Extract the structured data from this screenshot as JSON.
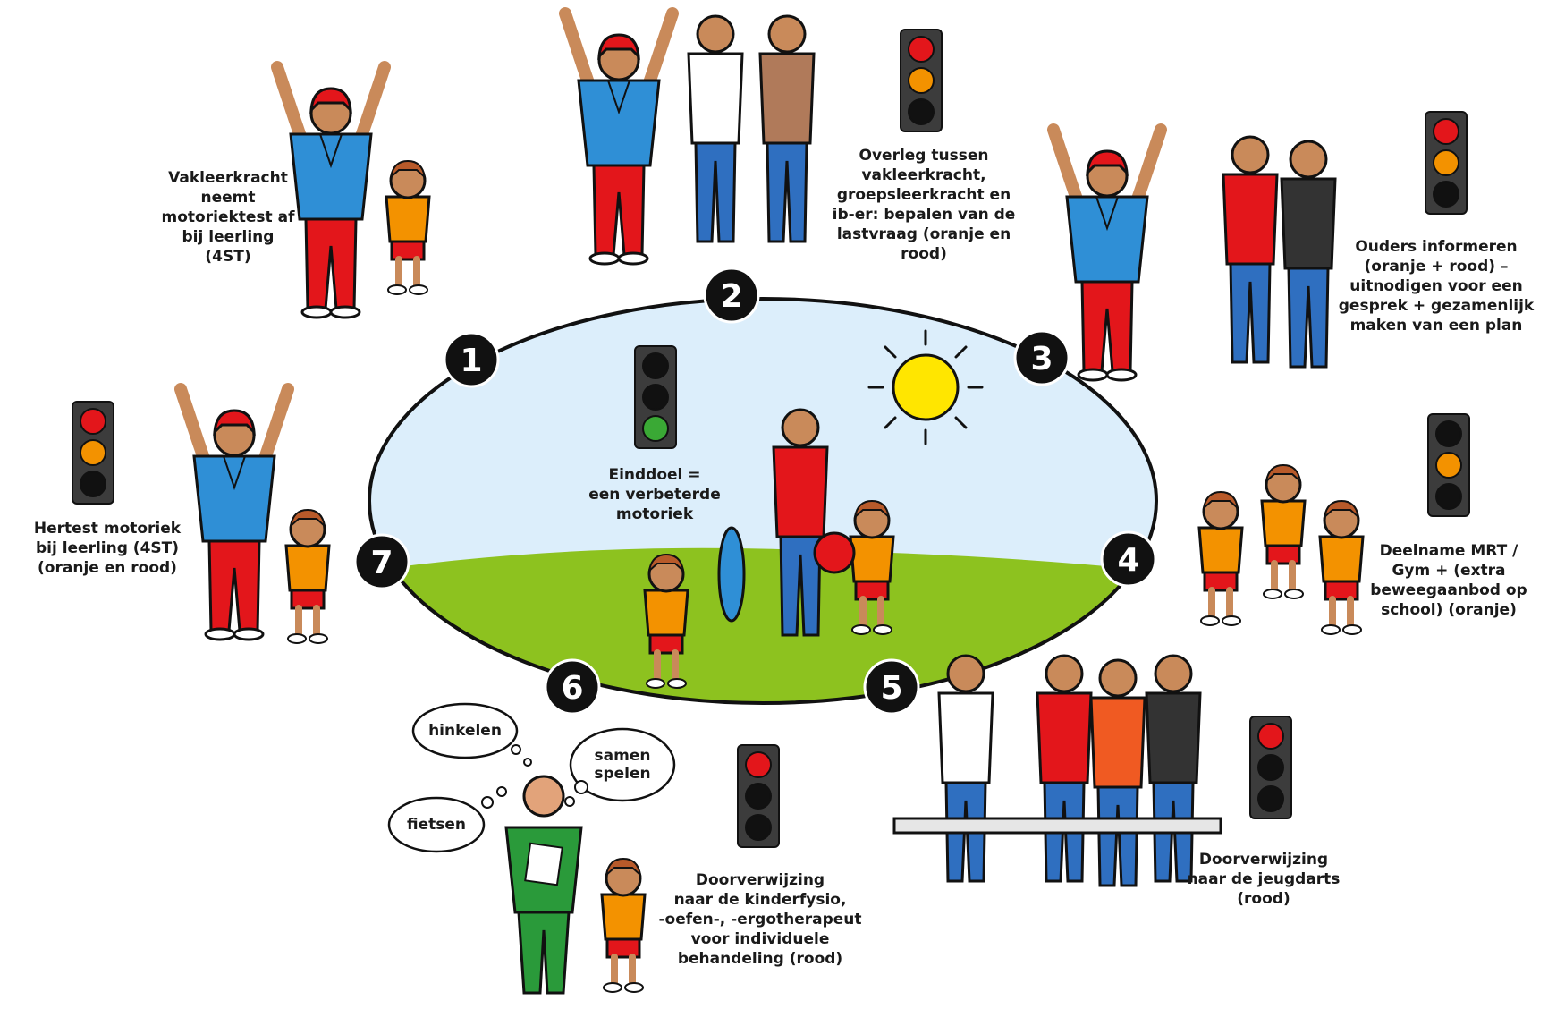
{
  "colors": {
    "sky": "#dceefb",
    "grass": "#8dc21f",
    "teacher_shirt": "#2f8fd6",
    "pants_red": "#e3161b",
    "shirt_orange": "#f39200",
    "traffic_red": "#e3161b",
    "traffic_orange": "#f39200",
    "traffic_green": "#3aa935",
    "traffic_off": "#111111",
    "traffic_body": "#3c3c3c",
    "sun": "#ffe600",
    "skin": "#c98a5a"
  },
  "center": {
    "caption": "Einddoel =\neen verbeterde\nmotoriek",
    "light": [
      "off",
      "off",
      "green"
    ]
  },
  "steps": [
    {
      "number": "1",
      "caption": "Vakleerkracht\nneemt\nmotoriektest af\nbij leerling\n(4ST)",
      "light": null
    },
    {
      "number": "2",
      "caption": "Overleg tussen\nvakleerkracht,\ngroepsleerkracht en\nib-er: bepalen van de\nlastvraag (oranje en\nrood)",
      "light": [
        "red",
        "orange",
        "off"
      ]
    },
    {
      "number": "3",
      "caption": "Ouders informeren\n(oranje + rood) –\nuitnodigen voor een\ngesprek + gezamenlijk\nmaken van een plan",
      "light": [
        "red",
        "orange",
        "off"
      ]
    },
    {
      "number": "4",
      "caption": "Deelname MRT /\nGym + (extra\nbeweegaanbod op\nschool) (oranje)",
      "light": [
        "off",
        "orange",
        "off"
      ]
    },
    {
      "number": "5",
      "caption": "Doorverwijzing\nnaar de jeugdarts\n(rood)",
      "light": [
        "red",
        "off",
        "off"
      ]
    },
    {
      "number": "6",
      "caption": "Doorverwijzing\nnaar de kinderfysio,\n-oefen-, -ergotherapeut\nvoor individuele\nbehandeling (rood)",
      "light": [
        "red",
        "off",
        "off"
      ]
    },
    {
      "number": "7",
      "caption": "Hertest motoriek\nbij leerling (4ST)\n(oranje en rood)",
      "light": [
        "red",
        "orange",
        "off"
      ]
    }
  ],
  "thoughts": [
    "hinkelen",
    "samen\nspelen",
    "fietsen"
  ]
}
